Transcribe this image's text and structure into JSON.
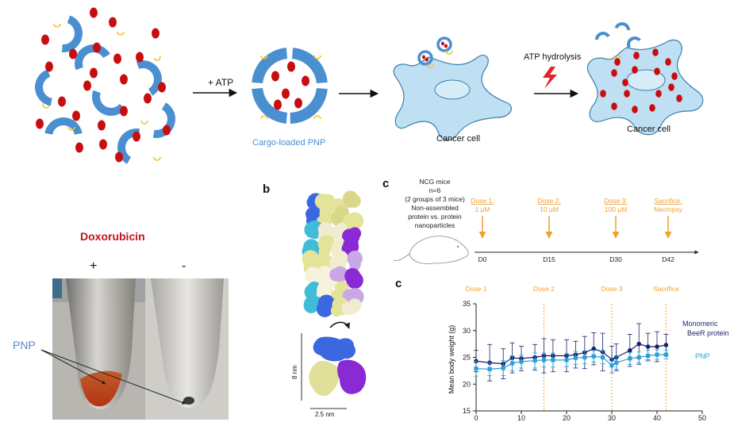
{
  "colors": {
    "shell_blue": "#4a8fd0",
    "cargo_red": "#c80d10",
    "linker_yellow": "#f5c22a",
    "cell_fill": "#bfe0f3",
    "cell_stroke": "#3a7fae",
    "dose_orange": "#f0a030",
    "monomeric_series": "#1d1f6b",
    "pnp_series": "#2aa0d8",
    "lightning": "#e8222a"
  },
  "schematic": {
    "atp_label": "+ ATP",
    "pnp_caption": "Cargo-loaded PNP",
    "cancer_cell_1": "Cancer cell",
    "hydrolysis_label": "ATP hydrolysis",
    "cancer_cell_2": "Cancer cell"
  },
  "photo": {
    "title": "Doxorubicin",
    "plus": "+",
    "minus": "-",
    "pnp_label": "PNP"
  },
  "structure": {
    "panel_letter": "b",
    "height_label": "8 nm",
    "width_label": "2.5 nm",
    "rotate_icon": "curved-arrow-icon"
  },
  "timeline": {
    "panel_letter": "c",
    "mice_info": [
      "NCG mice",
      "n=6",
      "(2 groups of 3 mice)",
      "Non-assembled",
      "protein vs. protein",
      "nanoparticles"
    ],
    "mouse_icon": "mouse-outline-icon",
    "doses": [
      {
        "title": "Dose 1:",
        "amount": "1 µM",
        "day": "D0"
      },
      {
        "title": "Dose 2:",
        "amount": "10 µM",
        "day": "D15"
      },
      {
        "title": "Dose 3:",
        "amount": "100 µM",
        "day": "D30"
      },
      {
        "title": "Sacrifice:",
        "amount": "Necropsy",
        "day": "D42"
      }
    ]
  },
  "chart_data": {
    "panel_letter": "c",
    "type": "line",
    "xlabel": "",
    "ylabel": "Mean body weight (g)",
    "xlim": [
      0,
      50
    ],
    "ylim": [
      15,
      35
    ],
    "xticks": [
      0,
      10,
      20,
      30,
      40,
      50
    ],
    "yticks": [
      15,
      20,
      25,
      30,
      35
    ],
    "grid": false,
    "legend_placement": "right",
    "dose_markers": [
      {
        "label": "Dose 1",
        "x": 0
      },
      {
        "label": "Dose 2",
        "x": 15
      },
      {
        "label": "Dose 3",
        "x": 30
      },
      {
        "label": "Sacrifice",
        "x": 42
      }
    ],
    "x": [
      0,
      3,
      6,
      8,
      10,
      13,
      15,
      17,
      20,
      22,
      24,
      26,
      28,
      30,
      31,
      34,
      36,
      38,
      40,
      42
    ],
    "series": [
      {
        "name": "Monomeric BeeR protein",
        "values": [
          24.3,
          24.0,
          23.8,
          24.9,
          24.8,
          25.0,
          25.3,
          25.3,
          25.3,
          25.5,
          25.9,
          26.6,
          26.0,
          24.6,
          25.0,
          26.3,
          27.5,
          27.0,
          27.0,
          27.3
        ],
        "errors": [
          2.0,
          3.4,
          2.8,
          2.8,
          2.3,
          2.4,
          3.2,
          3.0,
          3.0,
          2.5,
          3.0,
          3.0,
          3.5,
          2.5,
          2.5,
          3.0,
          3.8,
          2.5,
          2.8,
          2.0
        ]
      },
      {
        "name": "PNP",
        "values": [
          22.9,
          22.8,
          23.0,
          23.9,
          24.2,
          24.4,
          24.5,
          24.5,
          24.5,
          24.9,
          25.0,
          25.2,
          25.0,
          23.5,
          24.0,
          24.8,
          25.0,
          25.3,
          25.5,
          25.5
        ],
        "errors": [
          1.4,
          1.2,
          1.4,
          1.4,
          1.2,
          1.4,
          1.3,
          1.3,
          1.2,
          1.2,
          1.2,
          1.1,
          1.2,
          1.4,
          1.2,
          1.1,
          1.0,
          1.0,
          0.9,
          0.8
        ]
      }
    ]
  }
}
